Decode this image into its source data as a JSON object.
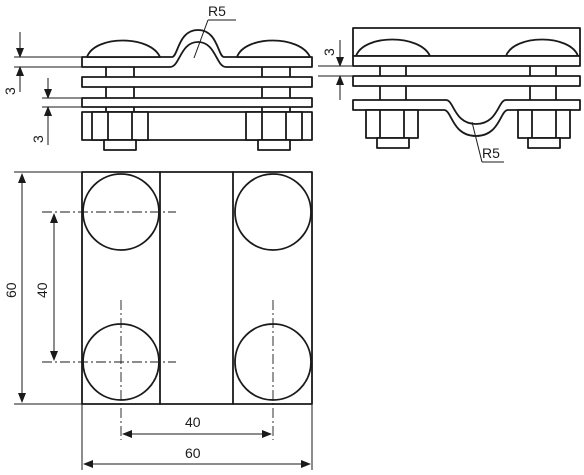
{
  "labels": {
    "radius_front": "R5",
    "radius_side": "R5",
    "thk_top_side": "3",
    "thk_left_upper": "3",
    "thk_left_lower": "3",
    "height_total": "60",
    "height_bolts": "40",
    "width_bolts": "40",
    "width_total": "60"
  },
  "colors": {
    "line": "#1a1a1a",
    "background": "#ffffff"
  }
}
